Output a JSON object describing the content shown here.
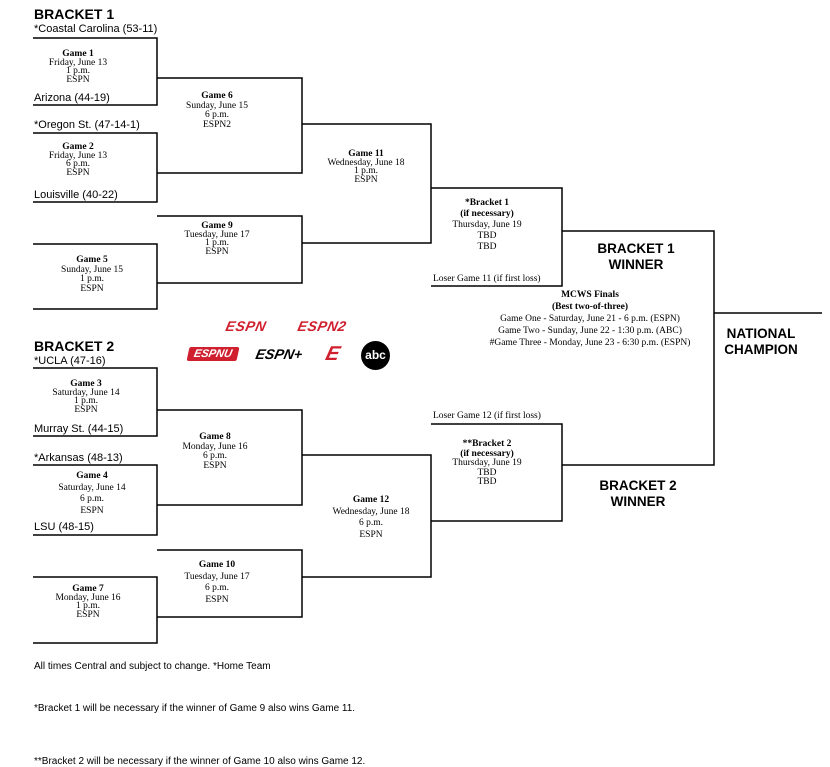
{
  "bracket1": {
    "title": "BRACKET 1",
    "teams": {
      "coastal": "*Coastal Carolina (53-11)",
      "arizona": "Arizona (44-19)",
      "oregon": "*Oregon St. (47-14-1)",
      "louisville": "Louisville (40-22)"
    },
    "games": {
      "g1": {
        "title": "Game 1",
        "date": "Friday, June 13",
        "time": "1 p.m.",
        "tv": "ESPN"
      },
      "g2": {
        "title": "Game 2",
        "date": "Friday, June 13",
        "time": "6 p.m.",
        "tv": "ESPN"
      },
      "g5": {
        "title": "Game 5",
        "date": "Sunday, June 15",
        "time": "1 p.m.",
        "tv": "ESPN"
      },
      "g6": {
        "title": "Game 6",
        "date": "Sunday, June 15",
        "time": "6 p.m.",
        "tv": "ESPN2"
      },
      "g9": {
        "title": "Game 9",
        "date": "Tuesday, June 17",
        "time": "1 p.m.",
        "tv": "ESPN"
      },
      "g11": {
        "title": "Game 11",
        "date": "Wednesday, June 18",
        "time": "1 p.m.",
        "tv": "ESPN"
      },
      "final": {
        "title": "*Bracket 1",
        "sub": "(if necessary)",
        "date": "Thursday, June 19",
        "time": "TBD",
        "tv": "TBD"
      }
    },
    "loser_note": "Loser Game 11 (if first loss)",
    "winner": [
      "BRACKET 1",
      "WINNER"
    ]
  },
  "bracket2": {
    "title": "BRACKET 2",
    "teams": {
      "ucla": "*UCLA (47-16)",
      "murray": "Murray St. (44-15)",
      "arkansas": "*Arkansas (48-13)",
      "lsu": "LSU (48-15)"
    },
    "games": {
      "g3": {
        "title": "Game 3",
        "date": "Saturday, June 14",
        "time": "1 p.m.",
        "tv": "ESPN"
      },
      "g4": {
        "title": "Game 4",
        "date": "Saturday, June 14",
        "time": "6 p.m.",
        "tv": "ESPN"
      },
      "g7": {
        "title": "Game 7",
        "date": "Monday, June 16",
        "time": "1 p.m.",
        "tv": "ESPN"
      },
      "g8": {
        "title": "Game 8",
        "date": "Monday, June 16",
        "time": "6 p.m.",
        "tv": "ESPN"
      },
      "g10": {
        "title": "Game 10",
        "date": "Tuesday, June 17",
        "time": "6 p.m.",
        "tv": "ESPN"
      },
      "g12": {
        "title": "Game 12",
        "date": "Wednesday, June 18",
        "time": "6 p.m.",
        "tv": "ESPN"
      },
      "final": {
        "title": "**Bracket 2",
        "sub": "(if necessary)",
        "date": "Thursday, June 19",
        "time": "TBD",
        "tv": "TBD"
      }
    },
    "loser_note": "Loser Game 12 (if first loss)",
    "winner": [
      "BRACKET 2",
      "WINNER"
    ]
  },
  "finals": {
    "title": "MCWS Finals",
    "subtitle": "(Best two-of-three)",
    "game1": "Game One - Saturday, June 21 - 6 p.m. (ESPN)",
    "game2": "Game Two - Sunday, June 22 - 1:30 p.m. (ABC)",
    "game3": "#Game Three - Monday, June 23 - 6:30 p.m. (ESPN)"
  },
  "champion": [
    "NATIONAL",
    "CHAMPION"
  ],
  "logos": {
    "espn": "ESPN",
    "espn2": "ESPN2",
    "espnu": "ESPNU",
    "espn_plus": "ESPN+",
    "e": "E",
    "abc": "abc",
    "brand_red": "#d0202f"
  },
  "footnotes": {
    "times": "All times Central and subject to change. *Home Team",
    "b1": "*Bracket 1 will be necessary if the winner of Game 9 also wins Game 11.",
    "b2": "**Bracket 2 will be necessary if the winner of Game 10 also wins Game 12."
  }
}
